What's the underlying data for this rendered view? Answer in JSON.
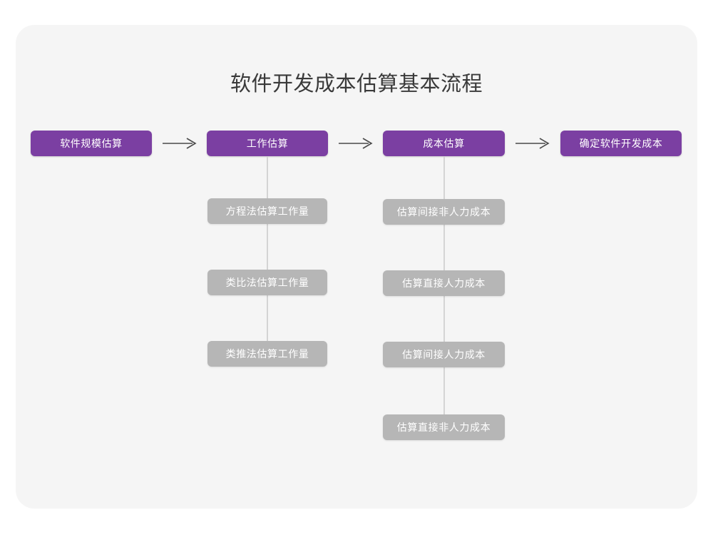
{
  "page": {
    "title": "软件开发成本估算基本流程",
    "background_color": "#ffffff",
    "card_color": "#f5f5f5",
    "accent_color": "#7b3fa2",
    "secondary_color": "#b6b6b6",
    "connector_color": "#d4d4d4",
    "arrow_color": "#4a4a4a"
  },
  "flow": {
    "main_steps": [
      {
        "label": "软件规模估算"
      },
      {
        "label": "工作估算"
      },
      {
        "label": "成本估算"
      },
      {
        "label": "确定软件开发成本"
      }
    ],
    "arrows": [
      {
        "name": "arrow-1",
        "glyph": "→"
      },
      {
        "name": "arrow-2",
        "glyph": "→"
      },
      {
        "name": "arrow-3",
        "glyph": "→"
      }
    ],
    "branches": [
      {
        "parent": "工作估算",
        "items": [
          {
            "label": "方程法估算工作量"
          },
          {
            "label": "类比法估算工作量"
          },
          {
            "label": "类推法估算工作量"
          }
        ]
      },
      {
        "parent": "成本估算",
        "items": [
          {
            "label": "估算间接非人力成本"
          },
          {
            "label": "估算直接人力成本"
          },
          {
            "label": "估算间接人力成本"
          },
          {
            "label": "估算直接非人力成本"
          }
        ]
      }
    ]
  }
}
